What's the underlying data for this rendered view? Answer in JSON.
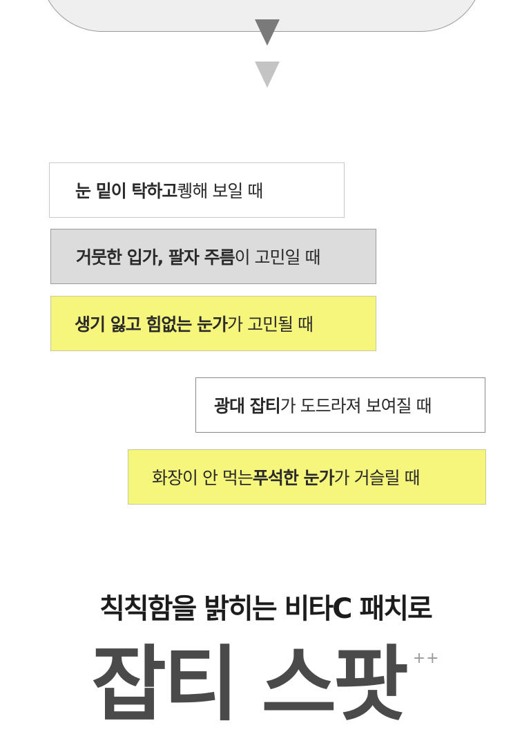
{
  "flow": {
    "arrow_dark_color": "#7a7a7a",
    "arrow_light_color": "#c4c4c4"
  },
  "concerns": [
    {
      "bold": "눈 밑이 탁하고 ",
      "regular": "퀭해 보일 때",
      "bg": "#ffffff"
    },
    {
      "bold": "거뭇한 입가, 팔자 주름",
      "regular": "이 고민일 때",
      "bg": "#dcdcdc"
    },
    {
      "bold": "생기 잃고 힘없는 눈가",
      "regular": "가 고민될 때",
      "bg": "#f6f67c"
    },
    {
      "bold": "광대 잡티",
      "regular": "가 도드라져 보여질 때",
      "bg": "#ffffff"
    },
    {
      "pre": "화장이 안 먹는 ",
      "bold": "푸석한 눈가",
      "regular": "가 거슬릴 때",
      "bg": "#f6f67c"
    }
  ],
  "headline": "칙칙함을 밝히는 비타C 패치로",
  "product_title": "잡티 스팟",
  "product_suffix": "++"
}
